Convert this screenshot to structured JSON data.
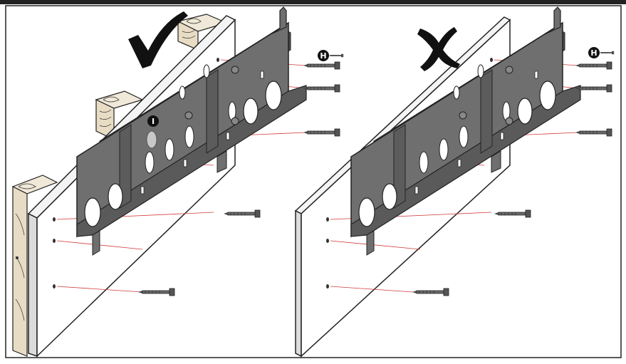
{
  "panels": [
    {
      "verdict": "correct",
      "verdict_icon": "check-mark-icon",
      "wall": "wood-studs",
      "callouts": {
        "washer": "I",
        "hardware": "H"
      }
    },
    {
      "verdict": "incorrect",
      "verdict_icon": "cross-mark-icon",
      "wall": "drywall-only",
      "callouts": {
        "hardware": "H"
      }
    }
  ],
  "colors": {
    "frame": "#222222",
    "bracket": "#6f6f6f",
    "bracket_dark": "#4d4d4d",
    "guide_line": "#d23a3a",
    "callout_bg": "#111111",
    "callout_text": "#ffffff"
  }
}
